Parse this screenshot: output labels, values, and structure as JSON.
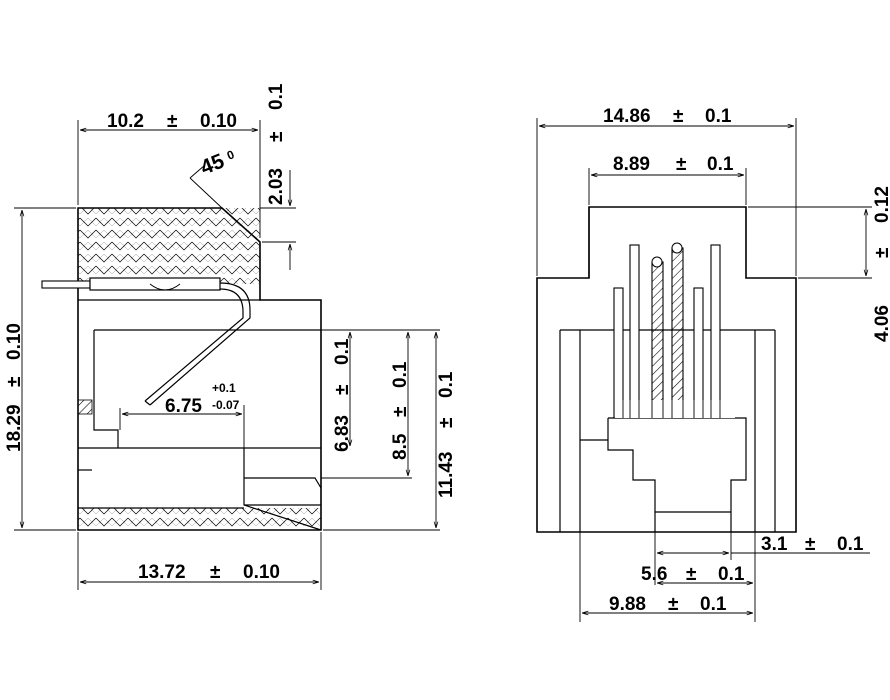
{
  "side_view": {
    "top_width": "10.2",
    "top_width_tol": "0.10",
    "chamfer_angle": "45",
    "chamfer_deg_mark": "0",
    "chamfer_height": "2.03",
    "chamfer_height_tol": "0.1",
    "total_height": "18.29",
    "total_height_tol": "0.10",
    "pin_offset": "6.75",
    "pin_offset_tol_plus": "+0.1",
    "pin_offset_tol_minus": "-0.07",
    "dim_683": "6.83",
    "dim_683_tol": "0.1",
    "dim_85": "8.5",
    "dim_85_tol": "0.1",
    "dim_1143": "11.43",
    "dim_1143_tol": "0.1",
    "bottom_width": "13.72",
    "bottom_width_tol": "0.10"
  },
  "front_view": {
    "total_width": "14.86",
    "total_width_tol": "0.1",
    "top_width": "8.89",
    "top_width_tol": "0.1",
    "step_height": "4.06",
    "step_height_tol": "0.12",
    "dim_31": "3.1",
    "dim_31_tol": "0.1",
    "dim_56": "5.6",
    "dim_56_tol": "0.1",
    "dim_988": "9.88",
    "dim_988_tol": "0.1"
  },
  "pm_symbol": "±"
}
